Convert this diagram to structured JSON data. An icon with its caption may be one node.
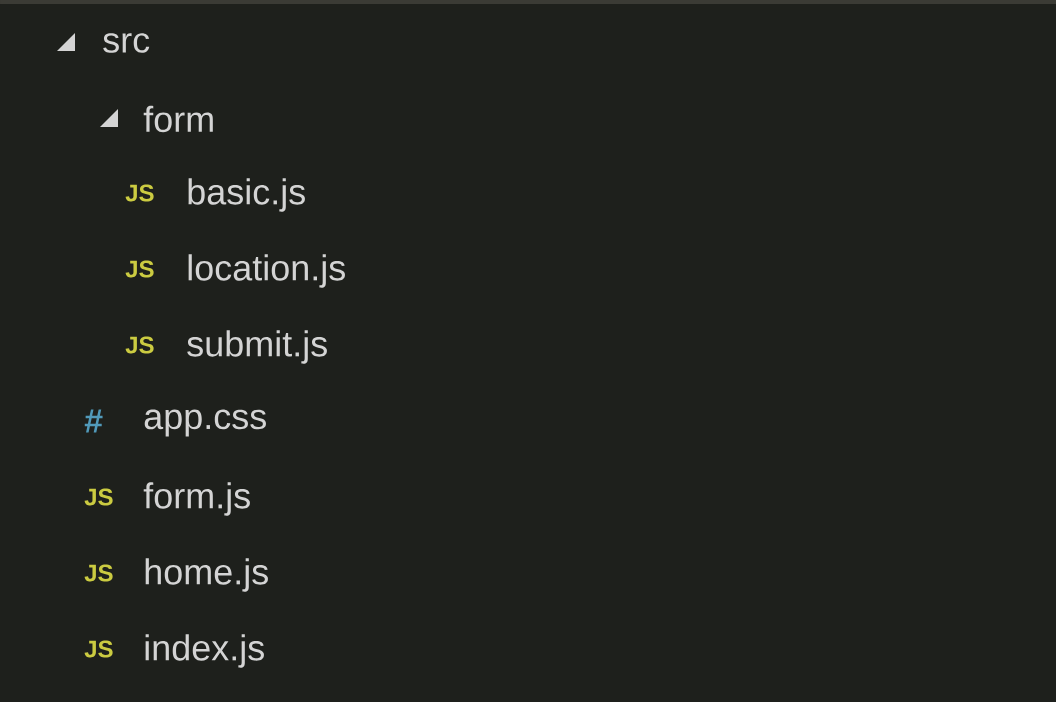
{
  "diagram": {
    "labels": [
      "src",
      "form",
      "JS",
      "basic.js",
      "JS",
      "location.js",
      "JS",
      "submit.js",
      "#",
      "app.css",
      "JS",
      "form.js",
      "JS",
      "home.js",
      "JS",
      "index.js"
    ]
  }
}
